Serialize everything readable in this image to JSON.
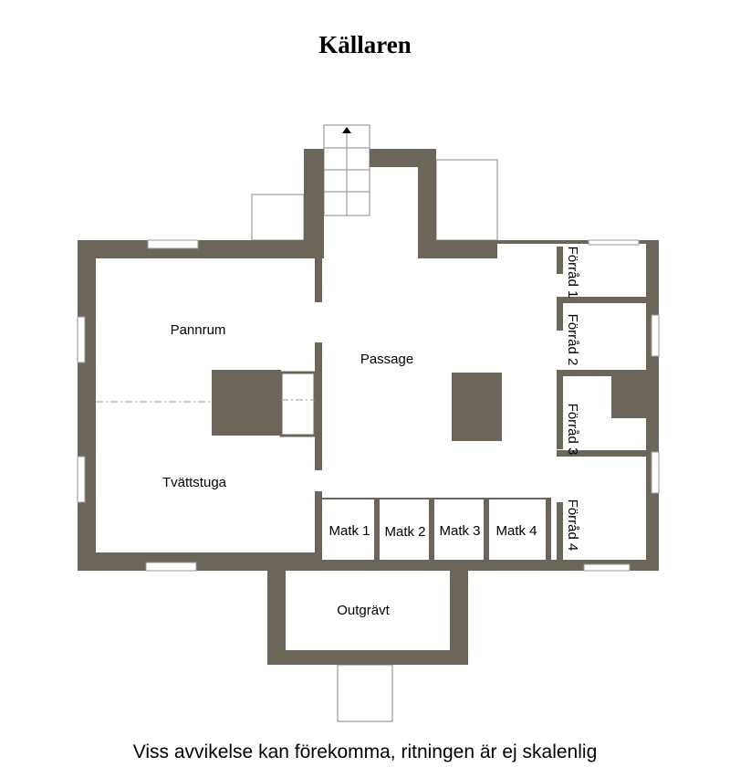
{
  "title": "Källaren",
  "footer": "Viss avvikelse kan förekomma, ritningen är ej skalenlig",
  "colors": {
    "wall": "#6b655a",
    "background": "#ffffff"
  },
  "rooms": {
    "pannrum": "Pannrum",
    "passage": "Passage",
    "tvattstuga": "Tvättstuga",
    "forrad1": "Förråd 1",
    "forrad2": "Förråd 2",
    "forrad3": "Förråd 3",
    "forrad4": "Förråd 4",
    "matk1": "Matk 1",
    "matk2": "Matk 2",
    "matk3": "Matk 3",
    "matk4": "Matk 4",
    "outgravt": "Outgrävt"
  }
}
